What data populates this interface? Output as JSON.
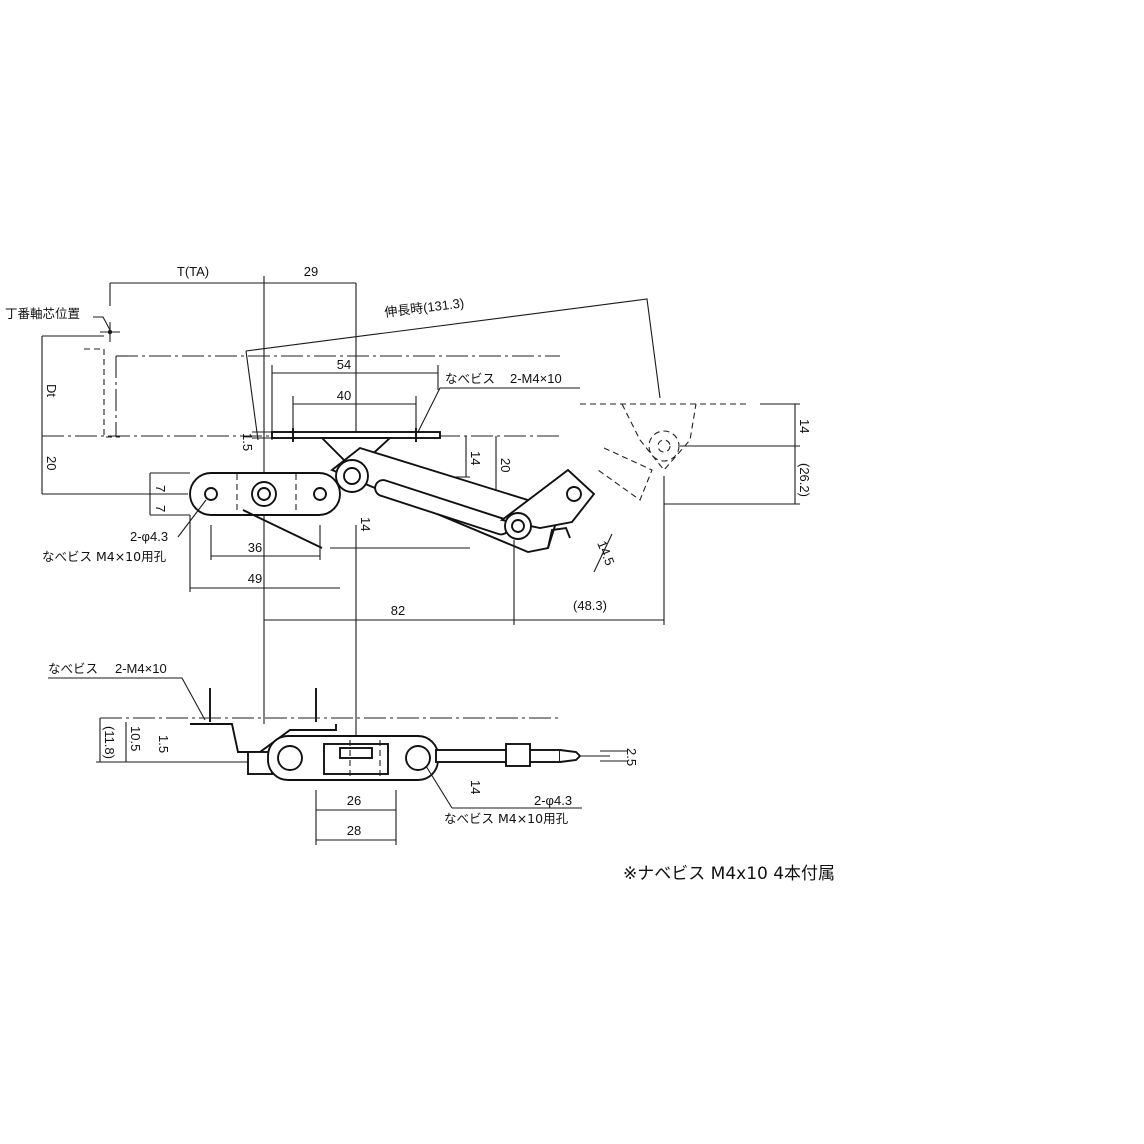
{
  "top_view": {
    "dim_t_ta": "T(TA)",
    "dim_29": "29",
    "dim_extended": "伸長時(131.3)",
    "label_pivot_axis": "丁番軸芯位置",
    "dim_dt": "Dt",
    "dim_20_left": "20",
    "dim_54": "54",
    "dim_40": "40",
    "screw_label": "なべビス",
    "screw_spec": "2-M4×10",
    "dim_1_5": "1.5",
    "dim_14_top": "14",
    "dim_20_mid": "20",
    "dim_7a": "7",
    "dim_7b": "7",
    "dim_14_mid": "14",
    "hole_label_1": "2-φ4.3",
    "hole_label_2": "なべビス M4×10用孔",
    "dim_36": "36",
    "dim_49": "49",
    "dim_82": "82",
    "dim_48_3": "(48.3)",
    "dim_14_5": "14.5",
    "dim_14_right": "14",
    "dim_26_2": "(26.2)"
  },
  "side_view": {
    "screw_label": "なべビス",
    "screw_spec": "2-M4×10",
    "dim_11_8": "(11.8)",
    "dim_10_5": "10.5",
    "dim_1_5": "1.5",
    "dim_2_5": "2.5",
    "dim_14": "14",
    "dim_26": "26",
    "dim_28": "28",
    "hole_label_1": "2-φ4.3",
    "hole_label_2": "なべビス M4×10用孔"
  },
  "footnote": "※ナベビス M4x10 4本付属"
}
